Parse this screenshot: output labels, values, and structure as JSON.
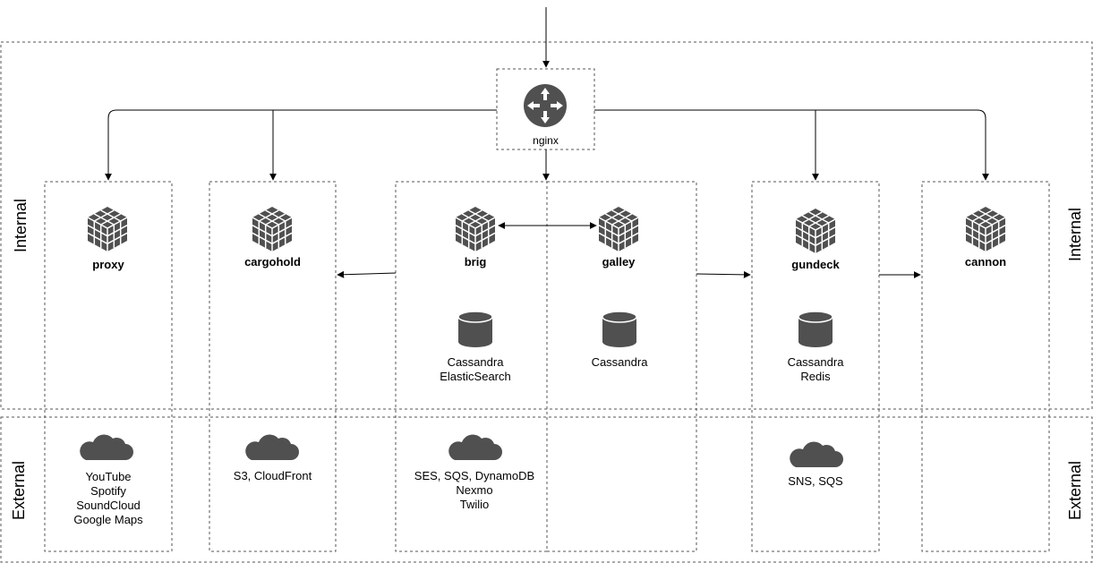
{
  "zones": {
    "internal": "Internal",
    "external": "External"
  },
  "gateway": {
    "label": "nginx",
    "icon": "router-icon"
  },
  "services": {
    "proxy": {
      "name": "proxy",
      "icon": "cube-grid-icon",
      "external": [
        "YouTube",
        "Spotify",
        "SoundCloud",
        "Google Maps"
      ],
      "external_icon": "cloud-icon"
    },
    "cargohold": {
      "name": "cargohold",
      "icon": "cube-grid-icon",
      "external": [
        "S3, CloudFront"
      ],
      "external_icon": "cloud-icon"
    },
    "brig": {
      "name": "brig",
      "icon": "cube-grid-icon",
      "storage": [
        "Cassandra",
        "ElasticSearch"
      ],
      "storage_icon": "database-icon",
      "external": [
        "SES, SQS, DynamoDB",
        "Nexmo",
        "Twilio"
      ],
      "external_icon": "cloud-icon"
    },
    "galley": {
      "name": "galley",
      "icon": "cube-grid-icon",
      "storage": [
        "Cassandra"
      ],
      "storage_icon": "database-icon"
    },
    "gundeck": {
      "name": "gundeck",
      "icon": "cube-grid-icon",
      "storage": [
        "Cassandra",
        "Redis"
      ],
      "storage_icon": "database-icon",
      "external": [
        "SNS, SQS"
      ],
      "external_icon": "cloud-icon"
    },
    "cannon": {
      "name": "cannon",
      "icon": "cube-grid-icon"
    }
  },
  "colors": {
    "icon": "#505050",
    "line": "#000000",
    "dash": "#555555"
  }
}
